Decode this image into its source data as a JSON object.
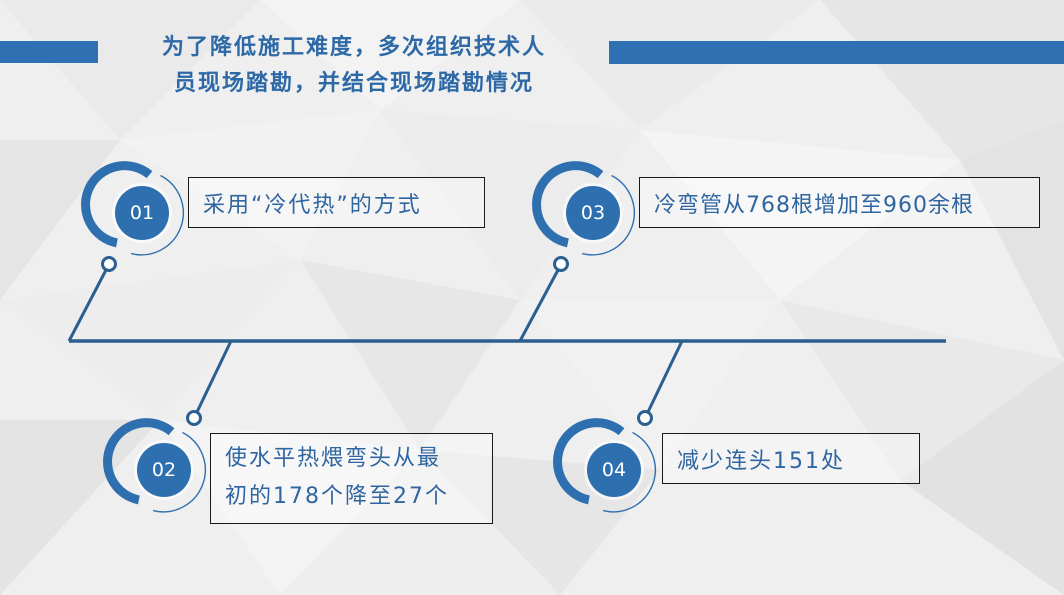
{
  "header": {
    "title_line1": "为了降低施工难度，多次组织技术人",
    "title_line2": "员现场踏勘，并结合现场踏勘情况"
  },
  "colors": {
    "accent": "#2e70b1",
    "line": "#2a5f90",
    "text": "#2f65a0",
    "background": "#efefef"
  },
  "steps": [
    {
      "number": "01",
      "text_lines": [
        "采用“冷代热”的方式"
      ]
    },
    {
      "number": "02",
      "text_lines": [
        "使水平热煨弯头从最",
        "初的178个降至27个"
      ]
    },
    {
      "number": "03",
      "text_lines": [
        "冷弯管从768根增加至960余根"
      ]
    },
    {
      "number": "04",
      "text_lines": [
        "减少连头151处"
      ]
    }
  ]
}
